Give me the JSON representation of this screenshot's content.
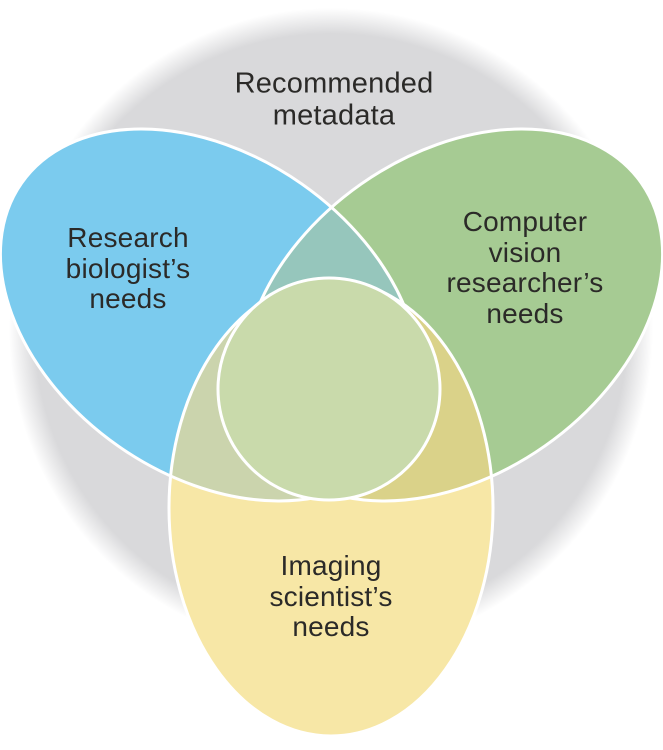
{
  "figure": {
    "type": "venn-diagram",
    "background_set": {
      "name": "recommended-metadata",
      "label": "Recommended\nmetadata"
    },
    "sets": [
      {
        "name": "research-biologist",
        "label": "Research\nbiologist’s\nneeds"
      },
      {
        "name": "computer-vision-researcher",
        "label": "Computer vision\nresearcher’s\nneeds"
      },
      {
        "name": "imaging-scientist",
        "label": "Imaging\nscientist’s\nneeds"
      }
    ],
    "colors": {
      "background_circle": "#d9d9db",
      "biologist": "#7bcbee",
      "computer_vision": "#a6cb93",
      "imaging": "#f7e7a6",
      "overlap_biologist_cv": "#96c6bc",
      "overlap_biologist_imaging": "#cbd4ad",
      "overlap_cv_imaging": "#dad289",
      "center_intersection": "#c9daab",
      "outline": "#ffffff",
      "text": "#2b2a28"
    }
  }
}
